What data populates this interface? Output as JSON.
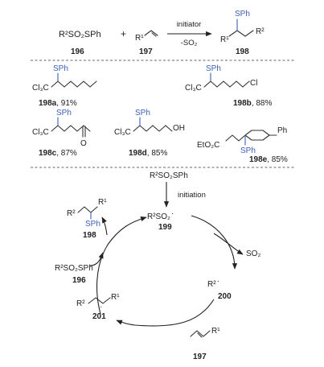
{
  "scheme": {
    "reagent1": "R²SO₂SPh",
    "reagent1_num": "196",
    "plus": "+",
    "reagent2_num": "197",
    "reagent2_r1": "R¹",
    "arrow_top": "initiator",
    "arrow_bottom": "-SO₂",
    "product_num": "198",
    "product_sph": "SPh",
    "product_r1": "R¹",
    "product_r2": "R²"
  },
  "examples": [
    {
      "id": "198a",
      "yield": ", 91%",
      "cl3c": "Cl₃C",
      "sph": "SPh"
    },
    {
      "id": "198b",
      "yield": ", 88%",
      "cl3c": "Cl₃C",
      "sph": "SPh",
      "cl": "Cl"
    },
    {
      "id": "198c",
      "yield": ", 87%",
      "cl3c": "Cl₃C",
      "sph": "SPh",
      "o": "O"
    },
    {
      "id": "198d",
      "yield": ", 85%",
      "cl3c": "Cl₃C",
      "sph": "SPh",
      "oh": "OH"
    },
    {
      "id": "198e",
      "yield": ", 85%",
      "eto2c": "EtO₂C",
      "sph": "SPh",
      "ph": "Ph"
    }
  ],
  "cycle": {
    "start_reagent": "R²SO₂SPh",
    "initiation": "initiation",
    "radical_199": "R²SO₂",
    "num_199": "199",
    "so2": "SO₂",
    "radical_200": "R²",
    "num_200": "200",
    "alkene_r1": "R¹",
    "num_197": "197",
    "radical_201_r2": "R²",
    "radical_201_r1": "R¹",
    "num_201": "201",
    "reagent_196": "R²SO₂SPh",
    "num_196": "196",
    "product_r2": "R²",
    "product_r1": "R¹",
    "product_sph": "SPh",
    "num_198": "198"
  }
}
